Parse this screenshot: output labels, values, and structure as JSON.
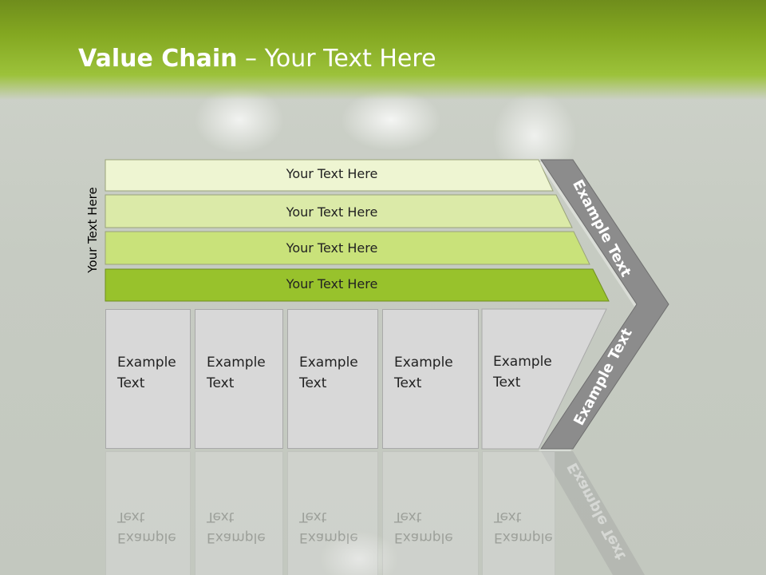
{
  "slide": {
    "title_bold": "Value Chain",
    "title_rest": " – Your Text Here",
    "vertical_label": "Your Text Here"
  },
  "bands": [
    {
      "label": "Your Text Here",
      "color": "#eef5d2"
    },
    {
      "label": "Your Text Here",
      "color": "#dbeaa8"
    },
    {
      "label": "Your Text Here",
      "color": "#c9e27a"
    },
    {
      "label": "Your Text Here",
      "color": "#98c22c"
    }
  ],
  "columns": [
    {
      "label": "Example\nText"
    },
    {
      "label": "Example\nText"
    },
    {
      "label": "Example\nText"
    },
    {
      "label": "Example\nText"
    },
    {
      "label": "Example\nText"
    }
  ],
  "chevron": {
    "top_label": "Example Text",
    "bottom_label": "Example Text",
    "color": "#8c8c8c"
  }
}
